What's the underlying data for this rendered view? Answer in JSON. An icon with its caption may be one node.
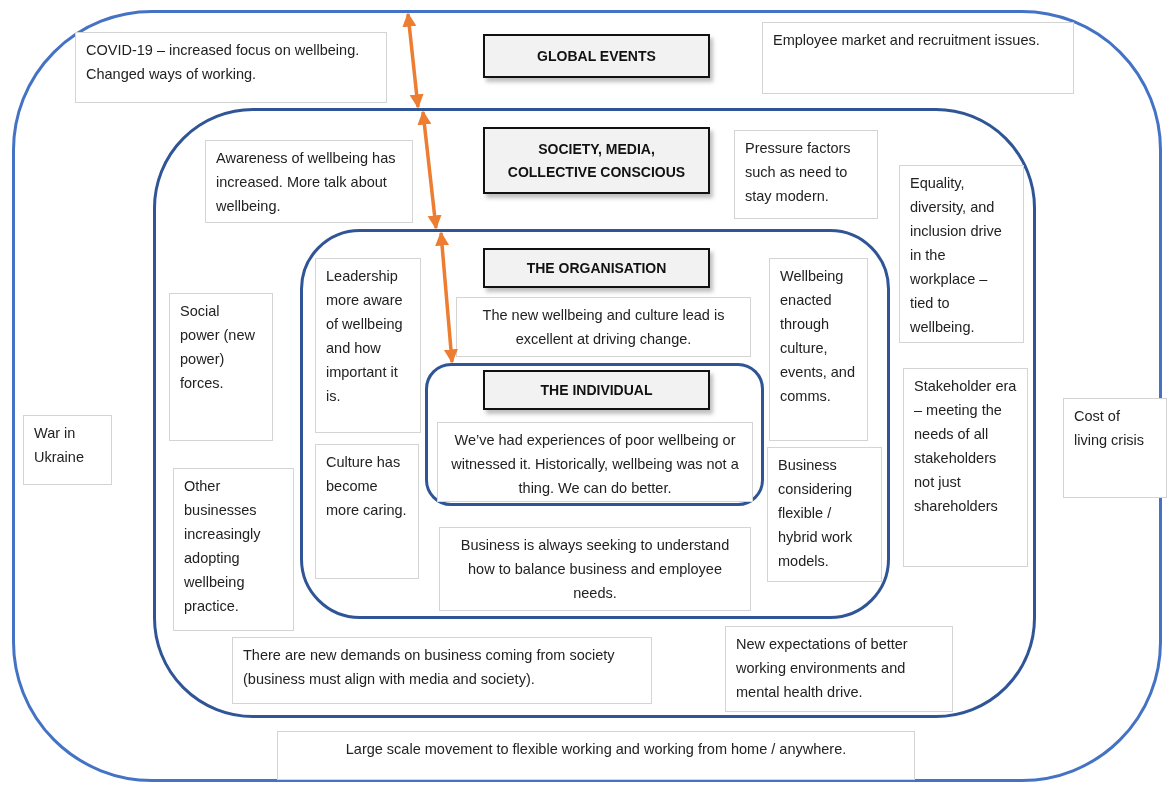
{
  "diagram": {
    "nodes": [
      {
        "text": [
          "GLOBAL EVENTS"
        ]
      },
      {
        "text": [
          "COVID-19 – increased focus on wellbeing. Changed ways of working."
        ],
        "in": 0
      },
      {
        "text": [
          "Employee market and recruitment issues."
        ],
        "in": 0
      },
      {
        "text": [
          "SOCIETY, MEDIA, COLLECTIVE CONSCIOUS"
        ],
        "in": 0
      },
      {
        "text": [
          "Awareness of wellbeing has increased. More talk about wellbeing."
        ],
        "in": 3
      },
      {
        "text": [
          "Pressure factors such as need to stay modern."
        ],
        "in": 3
      },
      {
        "text": [
          "Equality, diversity, and inclusion drive in the workplace – tied to wellbeing."
        ],
        "in": 3
      },
      {
        "text": [
          "THE ORGANISATION"
        ],
        "in": 3
      },
      {
        "text": [
          "Leadership more aware of wellbeing and how important it is."
        ],
        "in": 7
      },
      {
        "text": [
          "The new wellbeing and culture lead is excellent at driving change."
        ],
        "in": 7
      },
      {
        "text": [
          "Wellbeing enacted through culture, events, and comms."
        ],
        "in": 7
      },
      {
        "text": [
          "THE INDIVIDUAL"
        ],
        "in": 7
      },
      {
        "text": [
          "We’ve had experiences of poor wellbeing or witnessed it. Historically, wellbeing was not a thing. We can do better."
        ],
        "in": 11
      },
      {
        "text": [
          "Social power (new power) forces."
        ],
        "in": 3
      },
      {
        "text": [
          "Stakeholder era – meeting the needs of all stakeholders not just shareholders"
        ],
        "in": 3
      },
      {
        "text": [
          "War in Ukraine"
        ],
        "in": 0
      },
      {
        "text": [
          "Cost of living crisis"
        ],
        "in": 0
      },
      {
        "text": [
          "Culture has become more caring."
        ],
        "in": 7
      },
      {
        "text": [
          "Business considering flexible / hybrid work models."
        ],
        "in": 7
      },
      {
        "text": [
          "Other businesses increasingly adopting wellbeing practice."
        ],
        "in": 3
      },
      {
        "text": [
          "Business is always seeking to understand how to balance business and employee needs."
        ],
        "in": 7
      },
      {
        "text": [
          "There are new demands on business coming from society (business must align with media and society)."
        ],
        "in": 3
      },
      {
        "text": [
          "New expectations of better working environments and mental health drive."
        ],
        "in": 3
      },
      {
        "text": [
          "Large scale movement to flexible working and working from home / anywhere."
        ],
        "in": 0
      }
    ],
    "edges": [
      {
        "from": 0,
        "to": 3,
        "arrow": "both"
      },
      {
        "from": 3,
        "to": 7,
        "arrow": "both"
      },
      {
        "from": 7,
        "to": 11,
        "arrow": "both"
      }
    ]
  }
}
